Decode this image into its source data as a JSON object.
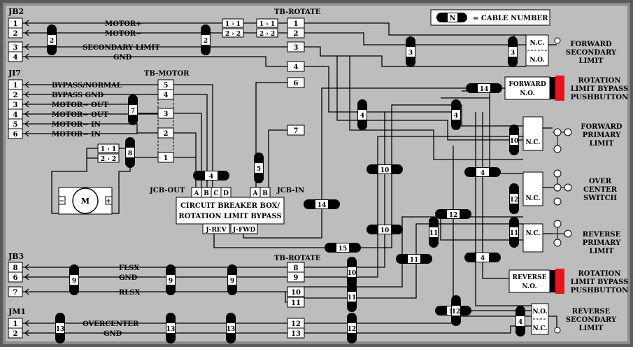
{
  "legend": {
    "cable_tag": "N",
    "text": "= CABLE NUMBER"
  },
  "connectors": {
    "jb2": {
      "name": "JB2",
      "pins": [
        "1",
        "2",
        "3",
        "4"
      ],
      "signals": [
        "MOTOR+",
        "MOTOR−",
        "SECONDARY LIMIT",
        "GND"
      ]
    },
    "ji7": {
      "name": "JI7",
      "pins": [
        "1",
        "2",
        "3",
        "4",
        "5",
        "6"
      ],
      "signals": [
        "BYPASS/NORMAL",
        "BYPASS GND",
        "MOTOR− OUT",
        "MOTOR− OUT",
        "MOTOR− IN",
        "MOTOR− IN"
      ]
    },
    "jb3": {
      "name": "JB3",
      "pins": [
        "8",
        "6",
        "7"
      ],
      "signals": [
        "FLSX",
        "GND",
        "RLSX"
      ]
    },
    "jm1": {
      "name": "JM1",
      "pins": [
        "1",
        "2"
      ],
      "signals": [
        "OVERCENTER",
        "GND"
      ]
    }
  },
  "terminal_blocks": {
    "tb_rotate_top": {
      "title": "TB-ROTATE",
      "terminals": [
        "1",
        "2",
        "3",
        "4",
        "6",
        "7"
      ]
    },
    "tb_motor": {
      "title": "TB-MOTOR",
      "terminals": [
        "5",
        "4",
        "3",
        "2",
        "1"
      ]
    },
    "tb_rotate_bottom": {
      "title": "TB-ROTATE",
      "terminals": [
        "8",
        "9",
        "10",
        "11",
        "12",
        "13"
      ]
    }
  },
  "splices": {
    "one": "1",
    "two": "2",
    "arrow": "›"
  },
  "breaker": {
    "title_line1": "CIRCUIT BREAKER BOX/",
    "title_line2": "ROTATION LIMIT BYPASS",
    "jcb_out": "JCB-OUT",
    "jcb_in": "JCB-IN",
    "out_pins": [
      "A",
      "B",
      "C",
      "D"
    ],
    "in_pins": [
      "A",
      "B"
    ],
    "j_rev": "J-REV",
    "j_fwd": "J-FWD"
  },
  "motor": {
    "label": "M",
    "minus": "−",
    "plus": "+"
  },
  "switch_contacts": {
    "nc": "N.C.",
    "no": "N.O."
  },
  "devices": {
    "forward_secondary": [
      "FORWARD",
      "SECONDARY",
      "LIMIT"
    ],
    "forward_bypass": {
      "box_line1": "FORWARD",
      "box_line2": "N.O.",
      "label": [
        "ROTATION",
        "LIMIT BYPASS",
        "PUSHBUTTON"
      ]
    },
    "forward_primary": [
      "FORWARD",
      "PRIMARY",
      "LIMIT"
    ],
    "over_center": [
      "OVER",
      "CENTER",
      "SWITCH"
    ],
    "reverse_primary": [
      "REVERSE",
      "PRIMARY",
      "LIMIT"
    ],
    "reverse_bypass": {
      "box_line1": "REVERSE",
      "box_line2": "N.O.",
      "label": [
        "ROTATION",
        "LIMIT BYPASS",
        "PUSHBUTTON"
      ]
    },
    "reverse_secondary": [
      "REVERSE",
      "SECONDARY",
      "LIMIT"
    ]
  },
  "cable_tags": [
    "2",
    "2",
    "3",
    "3",
    "7",
    "8",
    "4",
    "5",
    "14",
    "14",
    "4",
    "4",
    "10",
    "10",
    "10",
    "4",
    "12",
    "12",
    "11",
    "11",
    "11",
    "4",
    "15",
    "9",
    "9",
    "9",
    "10",
    "11",
    "13",
    "13",
    "13",
    "12",
    "12",
    "4",
    "12"
  ],
  "colors": {
    "background": "#5a5a5a",
    "panel": "#bdbdbd",
    "wire": "#000000",
    "box": "#ffffff",
    "pushbutton": "#e8141b"
  }
}
